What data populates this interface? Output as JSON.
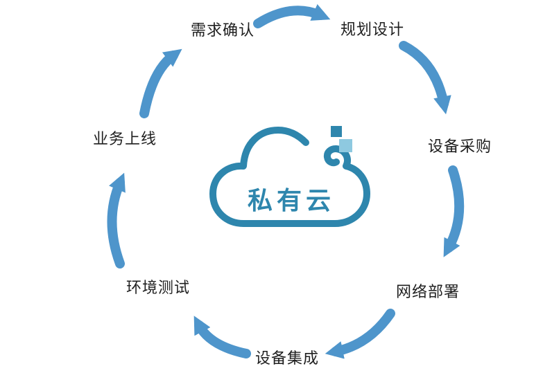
{
  "diagram": {
    "center_label": "私有云",
    "flow_direction": "clockwise",
    "steps": [
      {
        "label": "需求确认",
        "position": "top-left"
      },
      {
        "label": "规划设计",
        "position": "top-right"
      },
      {
        "label": "设备采购",
        "position": "right"
      },
      {
        "label": "网络部署",
        "position": "bottom-right"
      },
      {
        "label": "设备集成",
        "position": "bottom"
      },
      {
        "label": "环境测试",
        "position": "bottom-left"
      },
      {
        "label": "业务上线",
        "position": "left"
      }
    ]
  },
  "colors": {
    "arrow": "#4e95cb",
    "cloud_outline": "#2e86ad",
    "pixel_dark": "#2e86ad",
    "pixel_light": "#8ec9e0",
    "label_text": "#1f1f1f",
    "background": "#ffffff"
  }
}
